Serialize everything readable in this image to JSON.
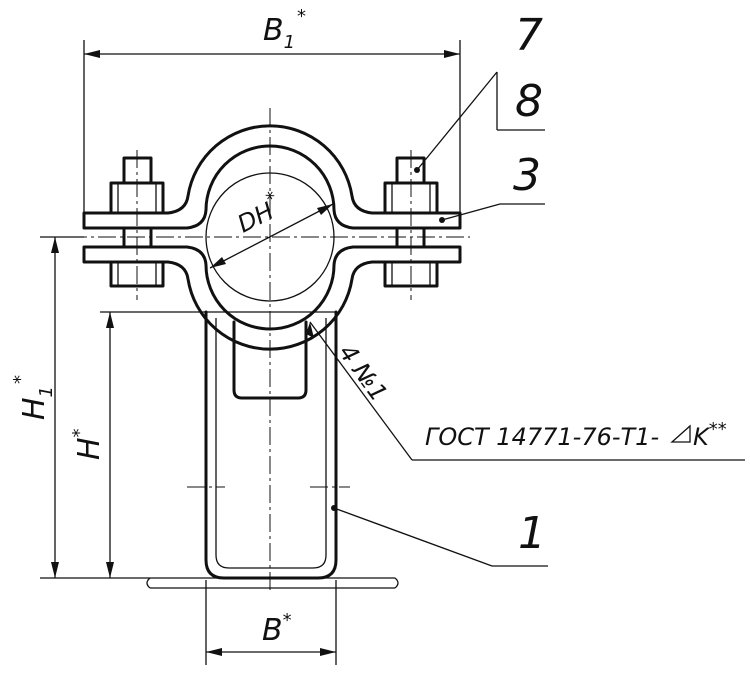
{
  "drawing": {
    "dimensions": {
      "b1": {
        "main": "B",
        "sub": "1",
        "sup": "*"
      },
      "b": {
        "main": "B",
        "sup": "*"
      },
      "h1": {
        "main": "H",
        "sub": "1",
        "sup": "*"
      },
      "h": {
        "main": "H",
        "sup": "*"
      },
      "dn": {
        "main": "DH",
        "sup": "*"
      }
    },
    "part_numbers": {
      "p7": "7",
      "p8": "8",
      "p3": "3",
      "p1": "1"
    },
    "weld_symbol_text": "4 №1",
    "standard_text_a": "ГОСТ 14771-76-Т1-",
    "standard_text_b": "K",
    "standard_text_sup": "**"
  }
}
